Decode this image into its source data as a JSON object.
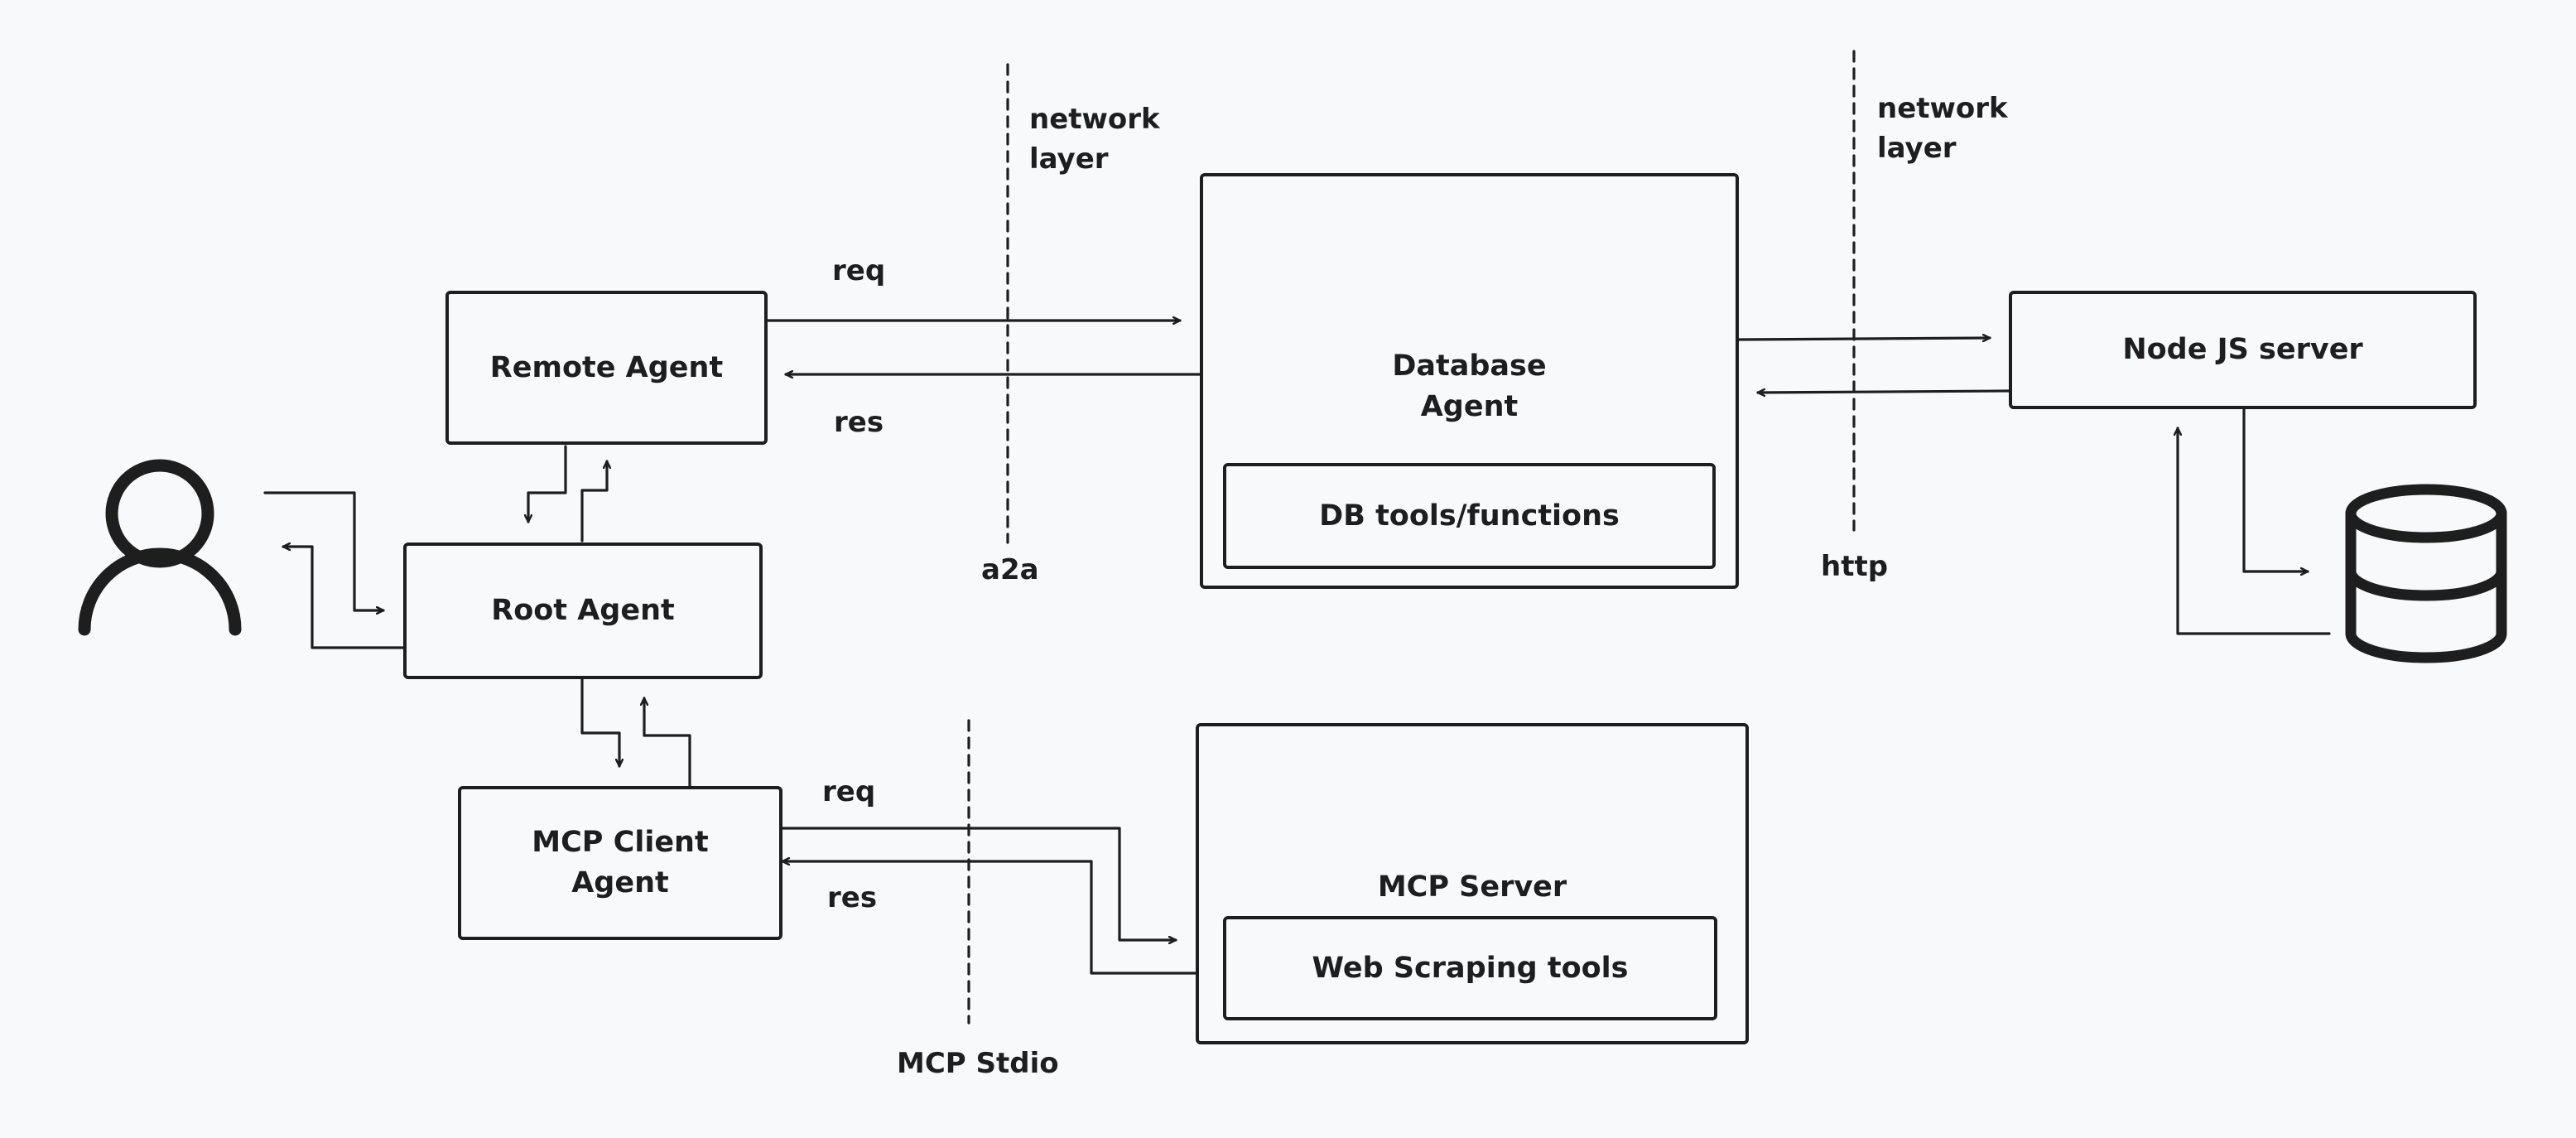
{
  "nodes": {
    "remote_agent": "Remote Agent",
    "root_agent": "Root Agent",
    "mcp_client_agent": "MCP Client\nAgent",
    "database_agent": "Database\nAgent",
    "db_tools": "DB tools/functions",
    "node_server": "Node JS server",
    "mcp_server": "MCP Server",
    "web_scraping_tools": "Web Scraping tools"
  },
  "labels": {
    "a2a_req": "req",
    "a2a_res": "res",
    "network_layer_1": "network\nlayer",
    "network_layer_2": "network\nlayer",
    "a2a": "a2a",
    "http": "http",
    "mcp_req": "req",
    "mcp_res": "res",
    "mcp_stdio": "MCP Stdio"
  },
  "icons": [
    "user-icon",
    "database-icon"
  ],
  "colors": {
    "stroke": "#1e1e1e",
    "background": "#f8f9fb"
  }
}
